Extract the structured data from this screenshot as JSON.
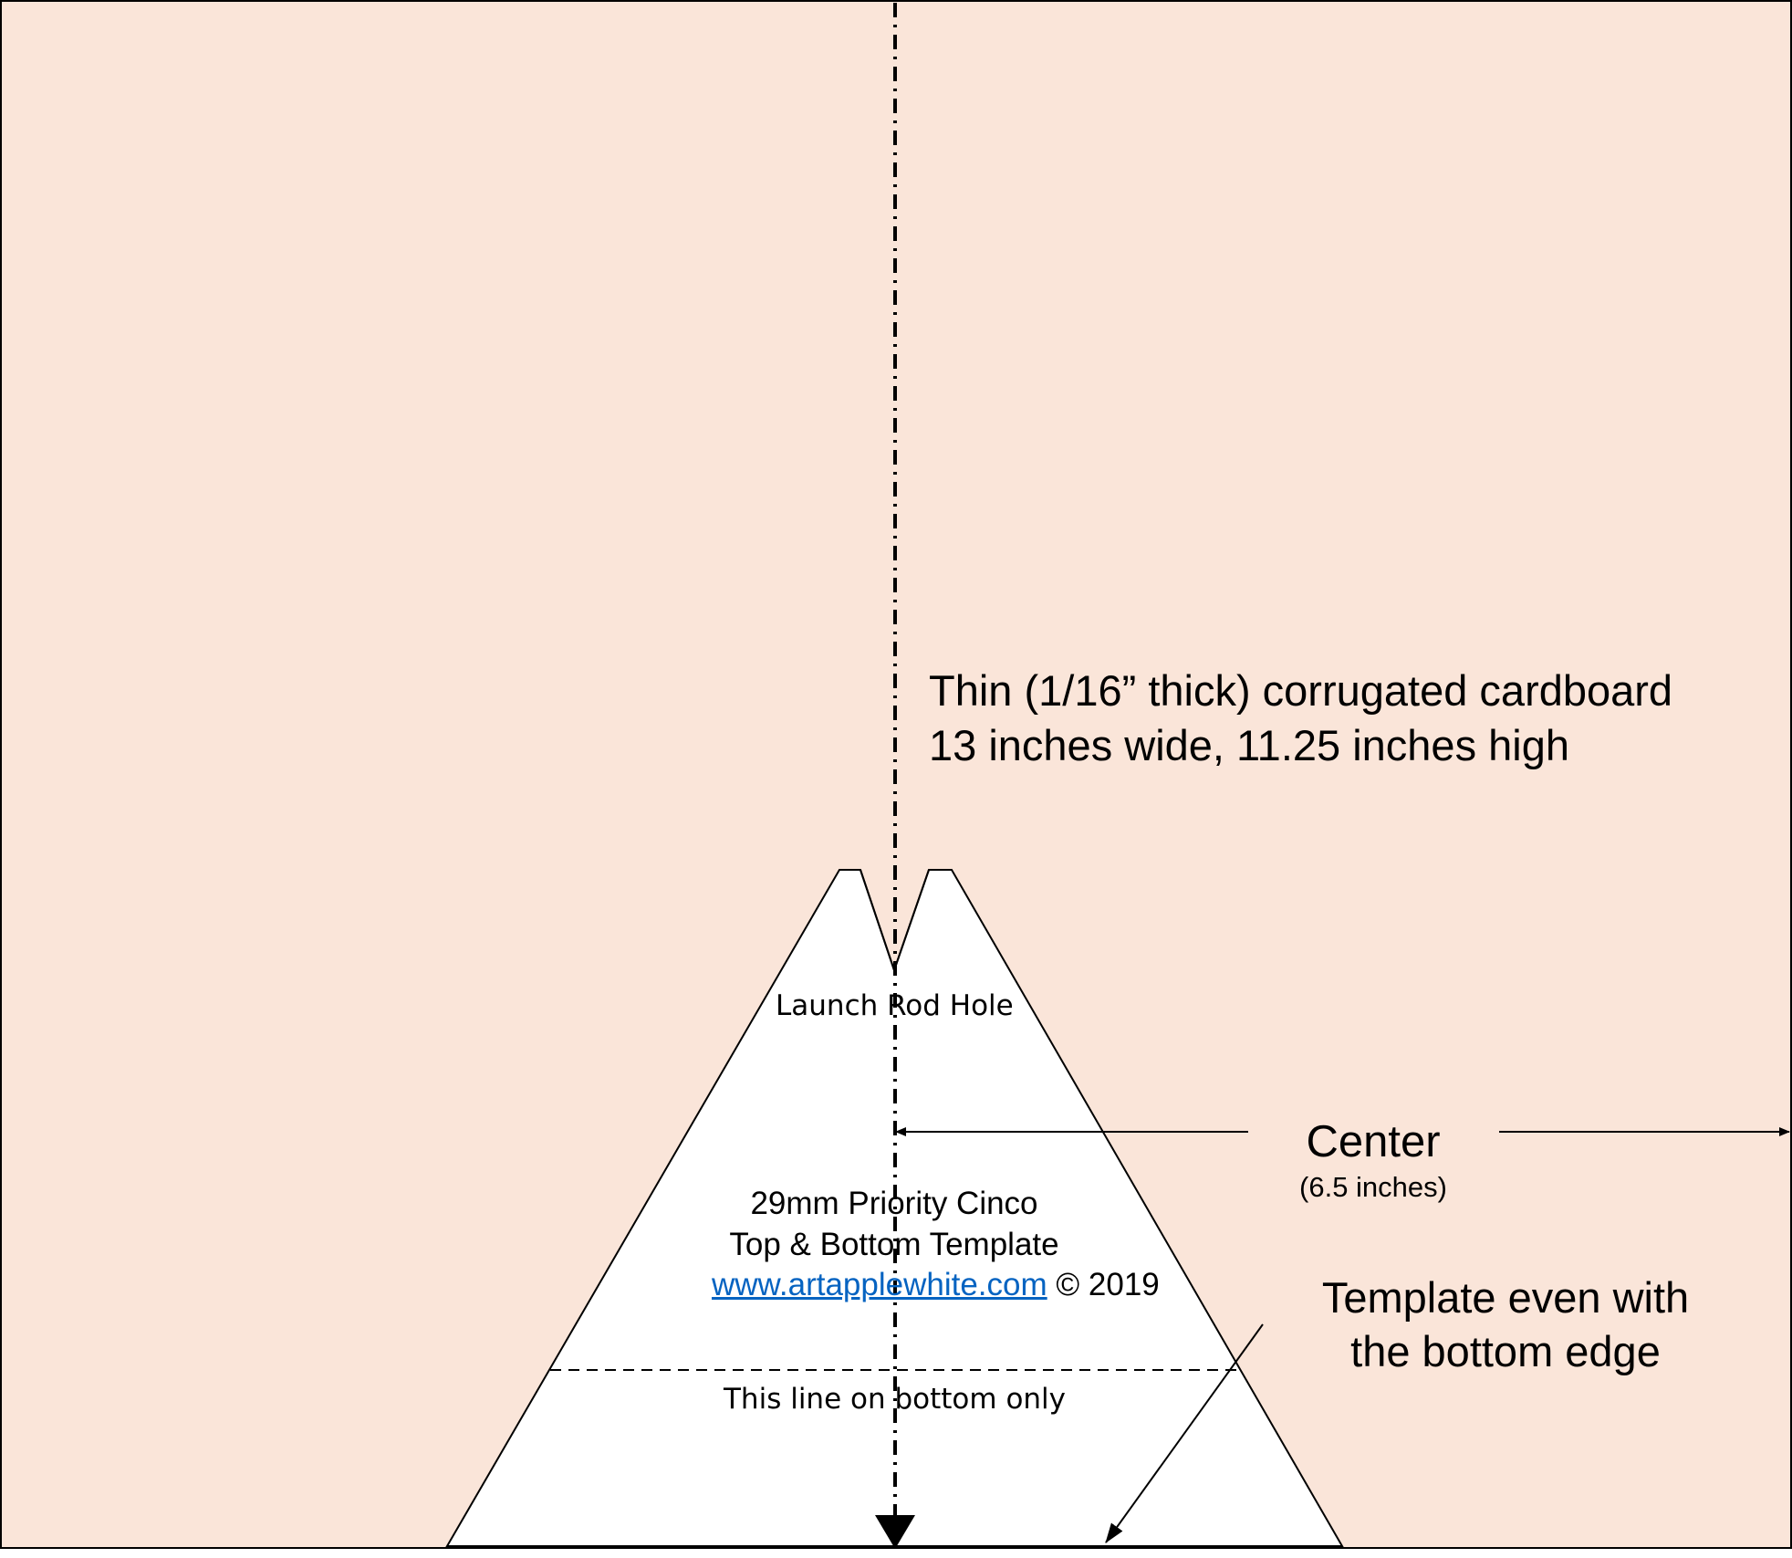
{
  "colors": {
    "cardboard": "#fae5d9",
    "template_fill": "#ffffff",
    "line": "#000000",
    "link": "#0563c1"
  },
  "cardboard": {
    "title_line1": "Thin (1/16” thick) corrugated cardboard",
    "title_line2": "13 inches wide, 11.25 inches high"
  },
  "template": {
    "launch_rod_label": "Launch Rod Hole",
    "name_line1": "29mm Priority Cinco",
    "name_line2": "Top & Bottom Template",
    "website": "www.artapplewhite.com",
    "copyright": " © 2019",
    "bottom_line_label": "This line on bottom only"
  },
  "center_marker": {
    "label": "Center",
    "sublabel": "(6.5 inches)"
  },
  "note": {
    "line1": "Template even with",
    "line2": "the bottom edge"
  }
}
